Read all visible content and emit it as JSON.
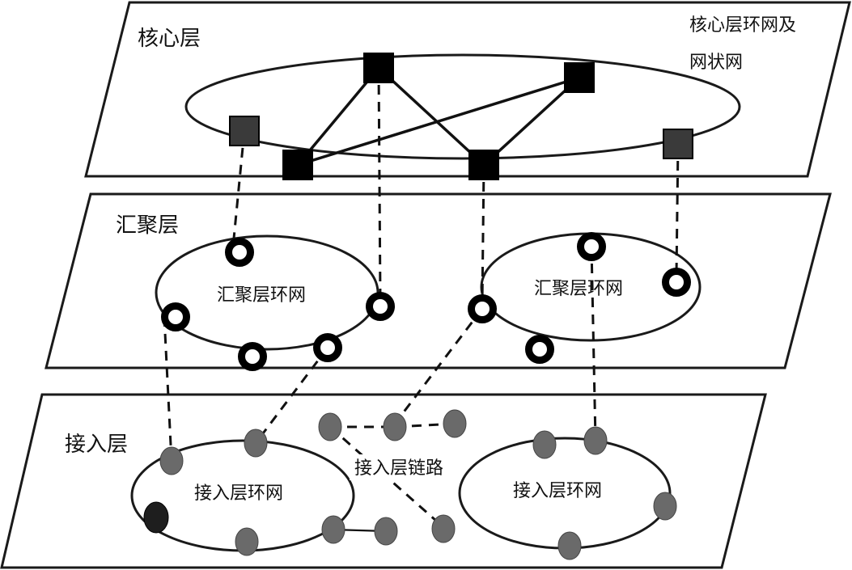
{
  "layers": {
    "core": {
      "title": "核心层",
      "note_line1": "核心层环网及",
      "note_line2": "网状网"
    },
    "aggregation": {
      "title": "汇聚层",
      "ring_left_label": "汇聚层环网",
      "ring_right_label": "汇聚层环网"
    },
    "access": {
      "title": "接入层",
      "ring_left_label": "接入层环网",
      "ring_right_label": "接入层环网",
      "link_label": "接入层链路"
    }
  },
  "colors": {
    "core_node_black": "#000000",
    "core_node_dark_gray": "#3a3a3a",
    "aggregation_node": "#000000",
    "access_node_gray": "#6a6a6a",
    "access_node_dark": "#1e1e1e",
    "line": "#111111"
  },
  "icons": {
    "core_node": "filled-square",
    "aggregation_node": "ring-donut",
    "access_node": "filled-ellipse"
  }
}
